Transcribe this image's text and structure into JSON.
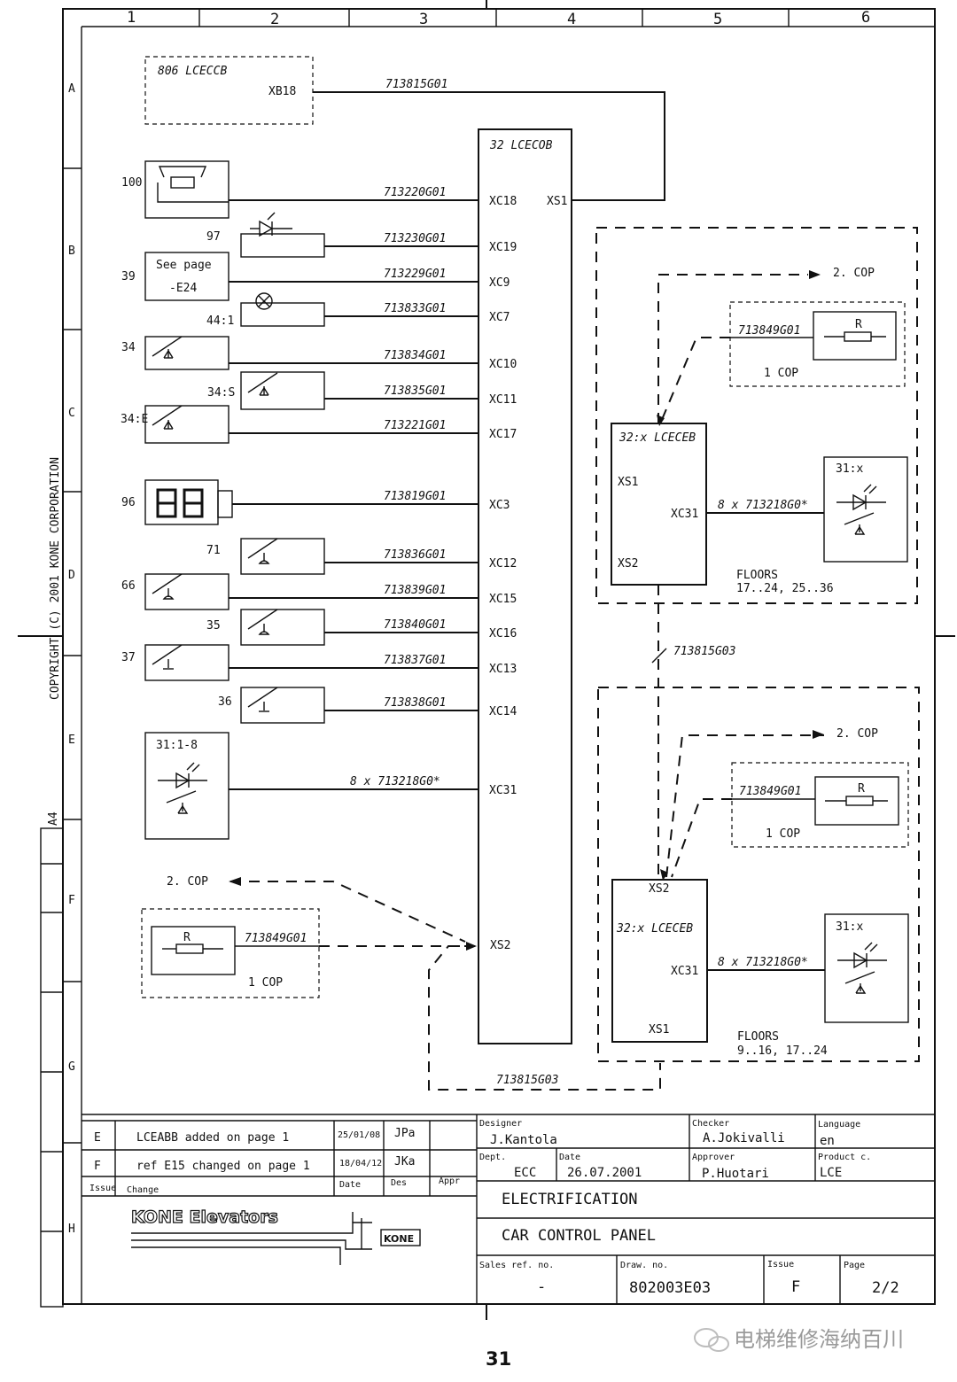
{
  "frame": {
    "columns": [
      "1",
      "2",
      "3",
      "4",
      "5",
      "6"
    ],
    "rows": [
      "A",
      "B",
      "C",
      "D",
      "E",
      "F",
      "G",
      "H"
    ],
    "copyright": "COPYRIGHT (C) 2001 KONE CORPORATION",
    "paper_size": "A4"
  },
  "board_806": {
    "title": "806 LCECCB",
    "port": "XB18",
    "cable": "713815G01"
  },
  "main_board": {
    "title": "32 LCECOB",
    "xs1": "XS1",
    "xs2": "XS2",
    "ports": [
      "XC18",
      "XC19",
      "XC9",
      "XC7",
      "XC10",
      "XC11",
      "XC17",
      "XC3",
      "XC12",
      "XC15",
      "XC16",
      "XC13",
      "XC14",
      "XC31"
    ],
    "cables": [
      "713220G01",
      "713230G01",
      "713229G01",
      "713833G01",
      "713834G01",
      "713835G01",
      "713221G01",
      "713819G01",
      "713836G01",
      "713839G01",
      "713840G01",
      "713837G01",
      "713838G01",
      "8 x 713218G0*"
    ],
    "components": [
      "100",
      "97",
      "39",
      "44:1",
      "34",
      "34:S",
      "34:E",
      "96",
      "71",
      "66",
      "35",
      "37",
      "36",
      "31:1-8"
    ],
    "see_page": [
      "See page",
      "-E24"
    ]
  },
  "cop_left": {
    "label": "2. COP",
    "resistor": "R",
    "cable": "713849G01",
    "cop": "1 COP"
  },
  "link_cable": "713815G03",
  "upper_group": {
    "to_cop": "2. COP",
    "resistor": "R",
    "cable": "713849G01",
    "cop": "1 COP",
    "board": "32:x LCECEB",
    "xs1": "XS1",
    "xs2": "XS2",
    "xc31": "XC31",
    "bus": "8 x 713218G0*",
    "button": "31:x",
    "floors_label": "FLOORS",
    "floors": "17..24, 25..36"
  },
  "lower_group": {
    "to_cop": "2. COP",
    "resistor": "R",
    "cable": "713849G01",
    "cop": "1 COP",
    "board": "32:x LCECEB",
    "xs2": "XS2",
    "xs1": "XS1",
    "xc31": "XC31",
    "bus": "8 x 713218G0*",
    "button": "31:x",
    "floors_label": "FLOORS",
    "floors": "9..16, 17..24"
  },
  "revisions": [
    {
      "issue": "E",
      "change": "LCEABB added on page 1",
      "date": "25/01/08",
      "des": "JPa"
    },
    {
      "issue": "F",
      "change": "ref E15 changed on page 1",
      "date": "18/04/12",
      "des": "JKa"
    }
  ],
  "rev_headers": {
    "issue": "Issue",
    "change": "Change",
    "date": "Date",
    "des": "Des",
    "appr": "Appr"
  },
  "logo": {
    "text": "KONE Elevators",
    "mark": "KONE"
  },
  "title_block": {
    "designer_label": "Designer",
    "designer": "J.Kantola",
    "checker_label": "Checker",
    "checker": "A.Jokivalli",
    "language_label": "Language",
    "language": "en",
    "dept_label": "Dept.",
    "dept": "ECC",
    "date_label": "Date",
    "date": "26.07.2001",
    "approver_label": "Approver",
    "approver": "P.Huotari",
    "product_label": "Product c.",
    "product": "LCE",
    "title1": "ELECTRIFICATION",
    "title2": "CAR CONTROL PANEL",
    "sales_label": "Sales ref. no.",
    "sales": "-",
    "draw_label": "Draw. no.",
    "draw": "802003E03",
    "issue_label": "Issue",
    "issue": "F",
    "page_label": "Page",
    "page": "2/2"
  },
  "page_number": "31",
  "watermark": "电梯维修海纳百川"
}
